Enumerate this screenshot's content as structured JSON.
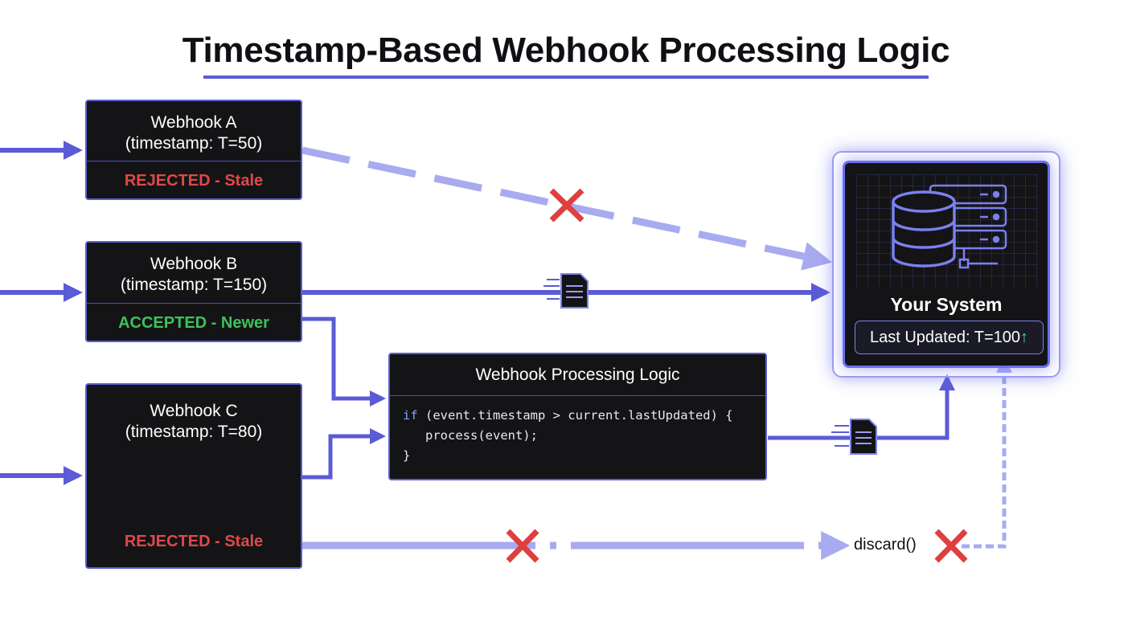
{
  "title": "Timestamp-Based Webhook Processing Logic",
  "colors": {
    "accent": "#5b5bd6",
    "box_bg": "#141416",
    "rejected": "#e04848",
    "accepted": "#3cc25a"
  },
  "webhooks": [
    {
      "name": "Webhook A",
      "timestamp": "(timestamp: T=50)",
      "status": "REJECTED - Stale"
    },
    {
      "name": "Webhook B",
      "timestamp": "(timestamp: T=150)",
      "status": "ACCEPTED - Newer"
    },
    {
      "name": "Webhook C",
      "timestamp": "(timestamp: T=80)",
      "status": "REJECTED - Stale"
    }
  ],
  "logic": {
    "title": "Webhook Processing Logic",
    "code": {
      "line1_kw": "if",
      "line1_rest": " (event.timestamp > current.lastUpdated) {",
      "line2": "   process(event);",
      "line3": "}"
    }
  },
  "system": {
    "title": "Your System",
    "last_updated": "Last Updated: T=100",
    "up_arrow": "↑"
  },
  "discard": "discard()",
  "icons": [
    "cross-icon",
    "check-icon",
    "document-icon",
    "database-icon",
    "server-rack-icon"
  ]
}
